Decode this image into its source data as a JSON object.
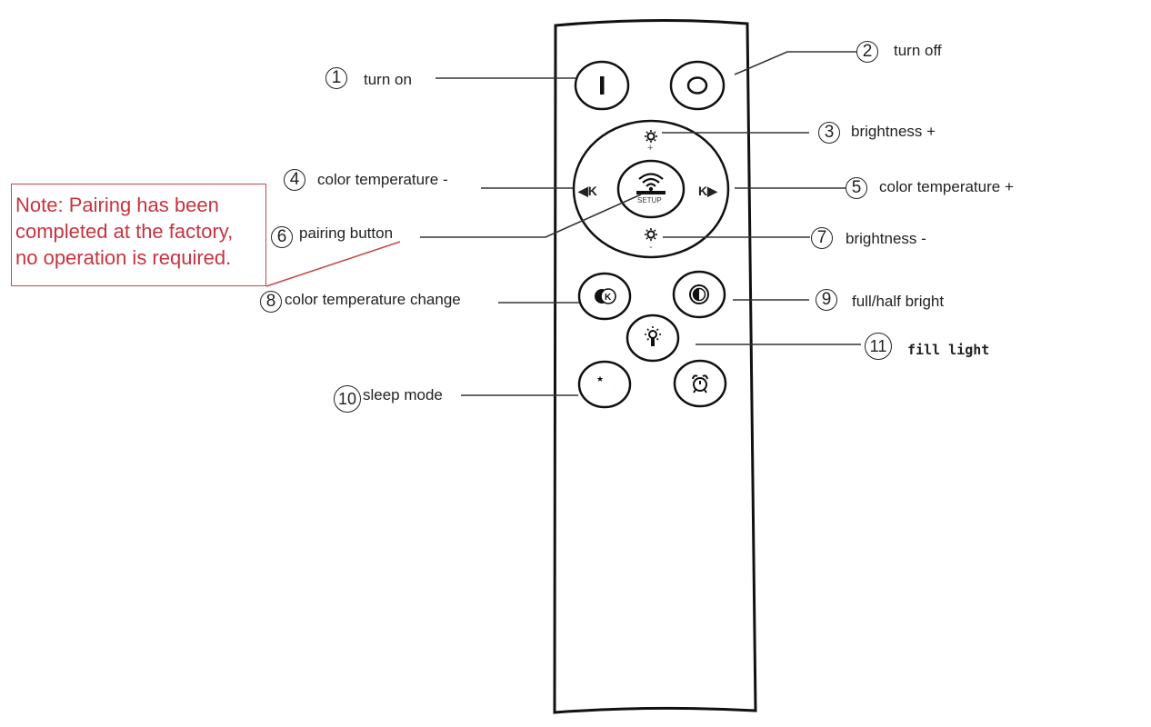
{
  "diagram": {
    "subject": "remote control",
    "colors": {
      "line": "#222222",
      "note": "#c8333f"
    },
    "callouts": [
      {
        "number": "1",
        "label": "turn on",
        "target": "power-on-button"
      },
      {
        "number": "2",
        "label": "turn off",
        "target": "power-off-button"
      },
      {
        "number": "3",
        "label": "brightness +",
        "target": "brightness-up-button"
      },
      {
        "number": "4",
        "label": "color temperature -",
        "target": "color-temp-down-button"
      },
      {
        "number": "5",
        "label": "color temperature +",
        "target": "color-temp-up-button"
      },
      {
        "number": "6",
        "label": "pairing button",
        "target": "setup-button"
      },
      {
        "number": "7",
        "label": "brightness -",
        "target": "brightness-down-button"
      },
      {
        "number": "8",
        "label": "color temperature change",
        "target": "color-temp-change-button"
      },
      {
        "number": "9",
        "label": "full/half bright",
        "target": "full-half-bright-button"
      },
      {
        "number": "10",
        "label": "sleep mode",
        "target": "sleep-mode-button"
      },
      {
        "number": "11",
        "label": "fill light",
        "target": "fill-light-button"
      }
    ],
    "remote": {
      "dpad_left": "◀K",
      "dpad_right": "K▶",
      "setup_text": "SETUP",
      "plus": "+",
      "minus": "-",
      "k_glyph": "K"
    },
    "note": {
      "lines": [
        "Note: Pairing has been",
        "completed at the factory,",
        "no operation is required."
      ]
    }
  }
}
